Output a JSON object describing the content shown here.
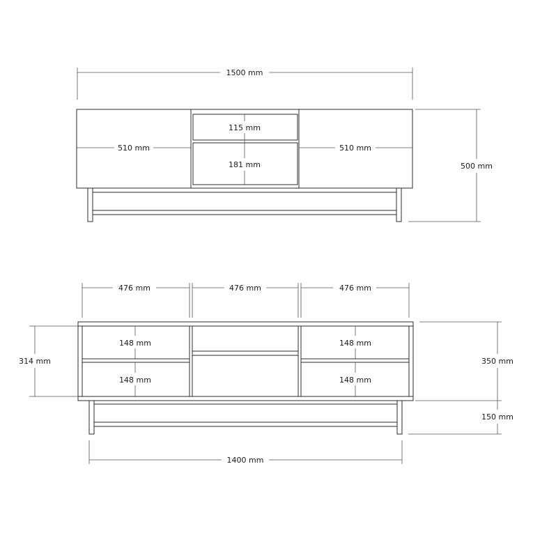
{
  "diagram": {
    "front_view": {
      "total_width": "1500 mm",
      "total_height": "500 mm",
      "left_door_width": "510 mm",
      "right_door_width": "510 mm",
      "top_drawer_height": "115 mm",
      "bottom_drawer_height": "181 mm"
    },
    "open_view": {
      "section_left_width": "476 mm",
      "section_middle_width": "476 mm",
      "section_right_width": "476 mm",
      "body_inner_height": "314 mm",
      "body_height": "350 mm",
      "leg_height": "150 mm",
      "left_upper_shelf": "148 mm",
      "left_lower_shelf": "148 mm",
      "right_upper_shelf": "148 mm",
      "right_lower_shelf": "148 mm",
      "leg_span_width": "1400 mm"
    }
  }
}
